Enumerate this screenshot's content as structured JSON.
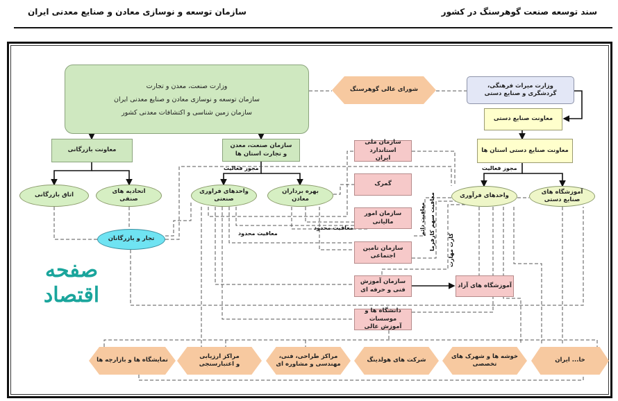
{
  "header": {
    "right": "سند توسعه صنعت گوهرسنگ در کشور",
    "left": "سازمان توسعه و نوسازی معادن و صنایع معدنی ایران"
  },
  "nodes": {
    "ministry_block": "وزارت صنعت، معدن و تجارت\nسازمان توسعه و نوسازی معادن و صنایع معدنی ایران\nسازمان زمین شناسی و اکتشافات معدنی کشور",
    "high_council": "شورای عالی گوهرسنگ",
    "heritage_ministry": "وزارت میراث فرهنگی،\nگردشگری و صنایع دستی",
    "handicraft_deputy": "معاونت صنایع دستی",
    "provincial_handicraft_deputy": "معاونت صنایع دستی استان ها",
    "commerce_deputy": "معاونت بازرگانی",
    "provincial_industry_org": "سازمان صنعت، معدن\nو تجارت استان ها",
    "chamber_of_commerce": "اتاق بازرگانی",
    "guild_unions": "اتحادیه های\nصنفی",
    "industrial_processing_units": "واحدهای فراوری\nصنعتی",
    "mine_operators": "بهره برداران\nمعادن",
    "processing_units": "واحدهای فرآوری",
    "handicraft_schools": "آموزشگاه های\nصنایع دستی",
    "traders": "تجار و بازرگانان",
    "standards_org": "سازمان ملی استاندارد\nایران",
    "customs": "گمرک",
    "tax_org": "سازمان امور مالیاتی",
    "social_security": "سازمان تامین\nاجتماعی",
    "technical_training": "سازمان آموزش\nفنی و حرفه ای",
    "universities": "دانشگاه ها و موسسات\nآموزش عالی",
    "private_schools": "آموزشگاه های آزاد"
  },
  "bottom_hexagons": [
    "نمایشگاه ها و بازارچه ها",
    "مراکز ارزیابی\nو اعتبارسنجی",
    "مراکز طراحی، فنی،\nمهندسی و مشاوره ای",
    "شرکت های هولدینگ",
    "خوشه ها و شهرک های\nتخصصی",
    "خا... ایران"
  ],
  "edge_labels": {
    "license_left": "مجوز فعالیت",
    "license_right": "مجوز فعالیت",
    "limited_exemption_1": "معافیت محدود",
    "limited_exemption_2": "معافیت محدود",
    "permanent_exemption": "معافیت دائم",
    "employer_share_exemption": "معافیت سهم کارفرما",
    "skill_card": "کارت مهارت"
  },
  "watermark": "صفحه اقتصاد",
  "colors": {
    "green": "#cfe8c0",
    "pink": "#f6c9c9",
    "yellow": "#ffffcc",
    "orange": "#f7c9a0",
    "cyan": "#6fe3f2",
    "watermark": "#1aa59c"
  }
}
